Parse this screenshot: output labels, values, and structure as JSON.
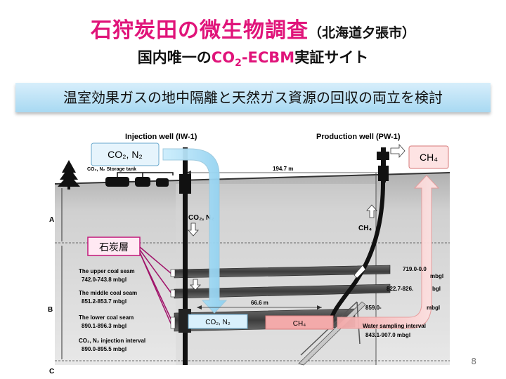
{
  "title": {
    "main": "石狩炭田の微生物調査",
    "region": "（北海道夕張市）",
    "subtitle_prefix": "国内唯一の",
    "subtitle_highlight_co": "CO",
    "subtitle_highlight_sub": "2",
    "subtitle_highlight_rest": "-ECBM",
    "subtitle_suffix": "実証サイト"
  },
  "banner": "温室効果ガスの地中隔離と天然ガス資源の回収の両立を検討",
  "diagram": {
    "injection_well": "Injection well (IW-1)",
    "production_well": "Production well (PW-1)",
    "storage_tank": "CO₂, N₂ Storage tank",
    "distance_top": "194.7 m",
    "distance_bottom": "66.6 m",
    "co2_label": "CO₂, N₂",
    "ch4_label": "CH₄",
    "co2_box_top": "CO₂, N₂",
    "ch4_box_top": "CH₄",
    "co2_box_bottom": "CO₂, N₂",
    "ch4_box_bottom": "CH₄",
    "coal_label": "石炭層",
    "zone_a": "A",
    "zone_b": "B",
    "zone_c": "C",
    "upper_seam": "The upper coal seam",
    "upper_depth": "742.0-743.8 mbgl",
    "middle_seam": "The middle coal seam",
    "middle_depth": "851.2-853.7 mbgl",
    "lower_seam": "The lower coal seam",
    "lower_depth": "890.1-896.3 mbgl",
    "inj_interval": "CO₂, N₂ injection interval",
    "inj_interval_depth": "890.0-895.5 mbgl",
    "right_upper": "719.0-0.0",
    "right_upper2": "mbgl",
    "right_middle": "822.7-826.",
    "right_middle2": "bgl",
    "right_lower": "859.0-",
    "right_lower2": "mbgl",
    "water_interval": "Water sampling interval",
    "water_depth": "843.1-907.0 mbgl"
  },
  "page_number": "8",
  "colors": {
    "accent": "#e0147a",
    "co2_arrow": "#bfe6fb",
    "ch4_arrow": "#f6b8b8"
  }
}
